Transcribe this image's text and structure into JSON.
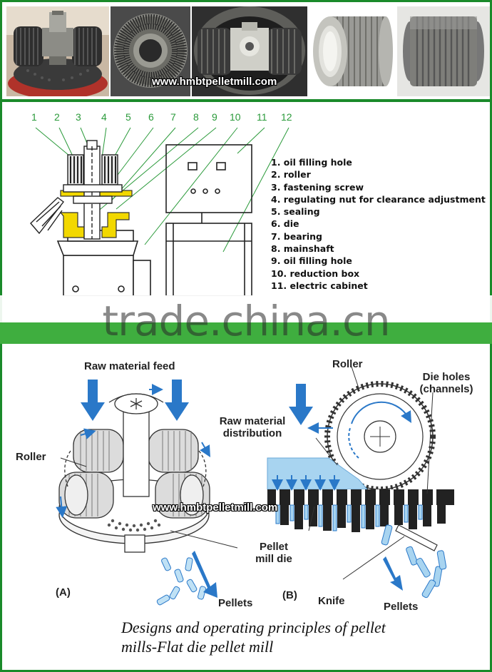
{
  "watermark_top": "www.hmbtpelletmill.com",
  "watermark_bottom": "www.hmbtpelletmill.com",
  "overlay_brand": "trade.china.cn",
  "photos": [
    {
      "name": "roller-assembly-photo"
    },
    {
      "name": "flat-die-photo"
    },
    {
      "name": "pellet-chamber-photo"
    },
    {
      "name": "roller-shell-photo"
    },
    {
      "name": "grooved-roller-photo"
    }
  ],
  "callout_numbers": [
    "1",
    "2",
    "3",
    "4",
    "5",
    "6",
    "7",
    "8",
    "9",
    "10",
    "11",
    "12"
  ],
  "legend": [
    "1. oil filling hole",
    "2. roller",
    "3. fastening screw",
    "4. regulating nut for clearance adjustment",
    "5. sealing",
    "6. die",
    "7. bearing",
    "8. mainshaft",
    "9. oil filling hole",
    "10. reduction box",
    "11. electric cabinet"
  ],
  "diagram_labels": {
    "raw_material_feed": "Raw material feed",
    "roller_left": "Roller",
    "pellet_mill_die_line1": "Pellet",
    "pellet_mill_die_line2": "mill die",
    "pellets_a": "Pellets",
    "label_a": "(A)",
    "roller_right": "Roller",
    "die_holes_line1": "Die holes",
    "die_holes_line2": "(channels)",
    "raw_distribution_line1": "Raw material",
    "raw_distribution_line2": "distribution",
    "label_b": "(B)",
    "knife": "Knife",
    "pellets_b": "Pellets"
  },
  "caption_line1": "Designs and operating principles of pellet",
  "caption_line2": "mills-Flat die pellet mill",
  "colors": {
    "border": "#1a8a2a",
    "band": "#3fae3f",
    "arrow_blue": "#2a78c8",
    "section_yellow": "#f2d800",
    "callout_green": "#2a9a3a"
  }
}
